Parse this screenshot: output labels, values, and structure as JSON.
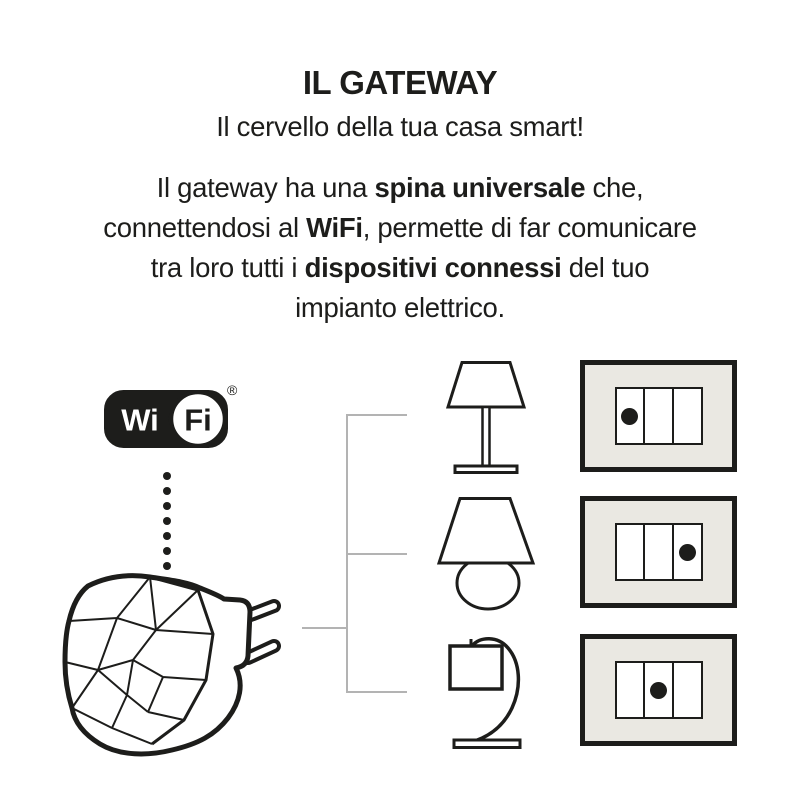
{
  "header": {
    "title": "IL GATEWAY",
    "subtitle": "Il cervello della tua casa smart!"
  },
  "paragraph": {
    "lines": [
      {
        "pre": "Il gateway ha una ",
        "bold": "spina universale",
        "post": " che,"
      },
      {
        "pre": "connettendosi al ",
        "bold": "WiFi",
        "post": ", permette di far comunicare"
      },
      {
        "pre": "tra loro tutti i ",
        "bold": "dispositivi connessi",
        "post": " del tuo"
      },
      {
        "pre": "impianto elettrico.",
        "bold": "",
        "post": ""
      }
    ]
  },
  "diagram": {
    "wifi_logo": {
      "wi": "Wi",
      "fi": "Fi",
      "registered": "®"
    },
    "icons": [
      "wifi-logo-icon",
      "dotted-wireless-link-icon",
      "gateway-universal-plug-icon",
      "table-lamp-straight-icon",
      "table-lamp-classic-icon",
      "table-lamp-modern-icon"
    ],
    "plates": [
      {
        "active_switch": "left"
      },
      {
        "active_switch": "right"
      },
      {
        "active_switch": "center"
      }
    ]
  },
  "theme": {
    "ink": "#1d1d1b",
    "connector_gray": "#b3b3b3",
    "plate_fill": "#eae8e2",
    "background": "#ffffff"
  }
}
